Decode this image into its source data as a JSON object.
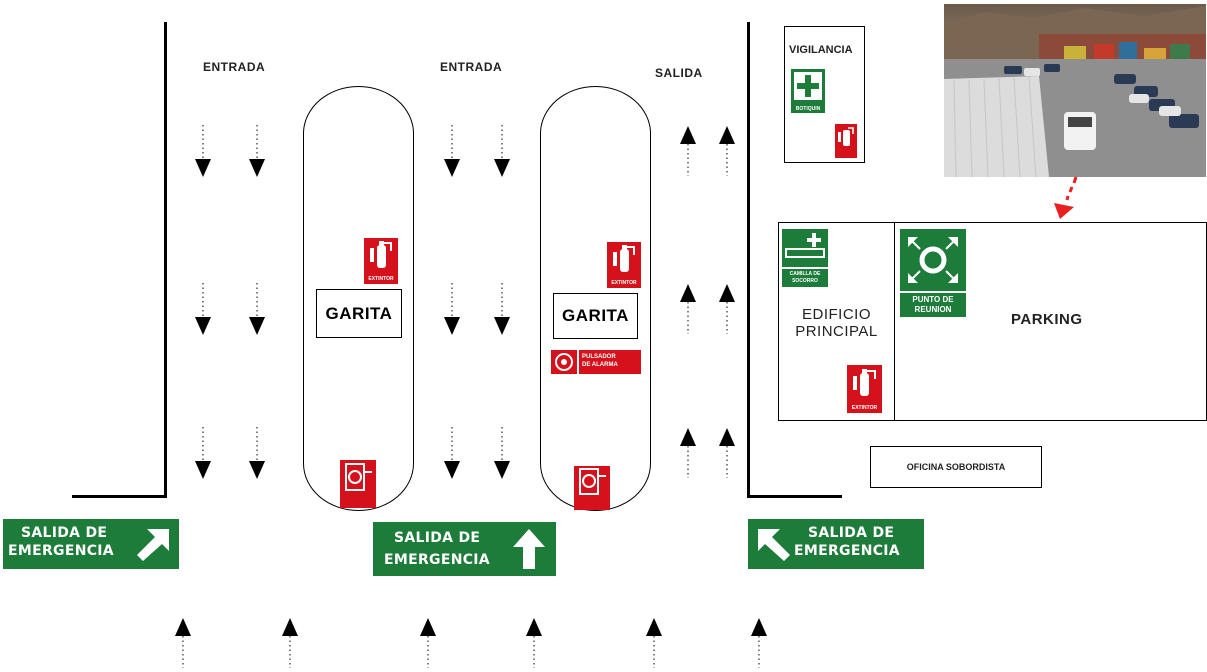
{
  "labels": {
    "entrada_1": "ENTRADA",
    "entrada_2": "ENTRADA",
    "salida": "SALIDA",
    "garita_1": "GARITA",
    "garita_2": "GARITA",
    "vigilancia": "VIGILANCIA",
    "edificio_line1": "EDIFICIO",
    "edificio_line2": "PRINCIPAL",
    "parking": "PARKING",
    "oficina": "OFICINA SOBORDISTA"
  },
  "signs": {
    "extintor": "EXTINTOR",
    "pulsador_line1": "PULSADOR",
    "pulsador_line2": "DE ALARMA",
    "camilla_line1": "CAMILLA DE",
    "camilla_line2": "SOCORRO",
    "punto_line1": "PUNTO DE",
    "punto_line2": "REUNION",
    "botiquin": "BOTIQUIN",
    "emergencia_line1": "SALIDA DE",
    "emergencia_line2": "EMERGENCIA"
  },
  "colors": {
    "safety_green": "#1e7c3a",
    "fire_red": "#d5121b",
    "pointer_red": "#e8201f"
  },
  "photo": {
    "icon": "parking-lot-photo"
  }
}
